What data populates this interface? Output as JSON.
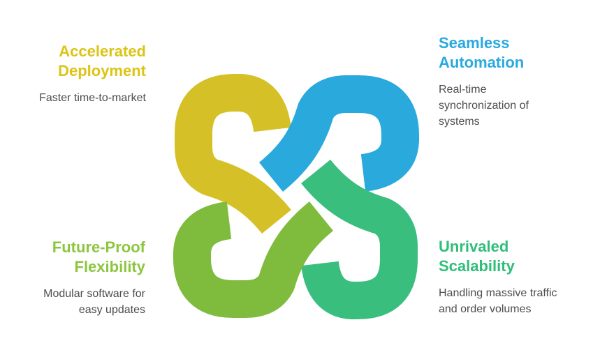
{
  "diagram": {
    "background_color": "#ffffff",
    "body_text_color": "#4d4d4d",
    "features": [
      {
        "id": "accelerated-deployment",
        "position": "top-left",
        "title": "Accelerated\nDeployment",
        "description": "Faster time-to-market",
        "title_color": "#dcc414"
      },
      {
        "id": "seamless-automation",
        "position": "top-right",
        "title": "Seamless\nAutomation",
        "description": "Real-time\nsynchronization of\nsystems",
        "title_color": "#29a9e0"
      },
      {
        "id": "future-proof-flexibility",
        "position": "bottom-left",
        "title": "Future-Proof\nFlexibility",
        "description": "Modular software for\neasy updates",
        "title_color": "#8cc63f"
      },
      {
        "id": "unrivaled-scalability",
        "position": "bottom-right",
        "title": "Unrivaled\nScalability",
        "description": "Handling massive traffic\nand order volumes",
        "title_color": "#2fbe79"
      }
    ],
    "knot": {
      "description": "four interlocking ribbon hooks forming a woven square knot",
      "ribbons": [
        {
          "name": "yellow-ribbon",
          "quadrant": "top-left",
          "color": "#d5c127"
        },
        {
          "name": "blue-ribbon",
          "quadrant": "top-right",
          "color": "#2aa9dc"
        },
        {
          "name": "emerald-ribbon",
          "quadrant": "bottom-right",
          "color": "#3abe7e"
        },
        {
          "name": "green-ribbon",
          "quadrant": "bottom-left",
          "color": "#7fbc3e"
        }
      ]
    }
  }
}
